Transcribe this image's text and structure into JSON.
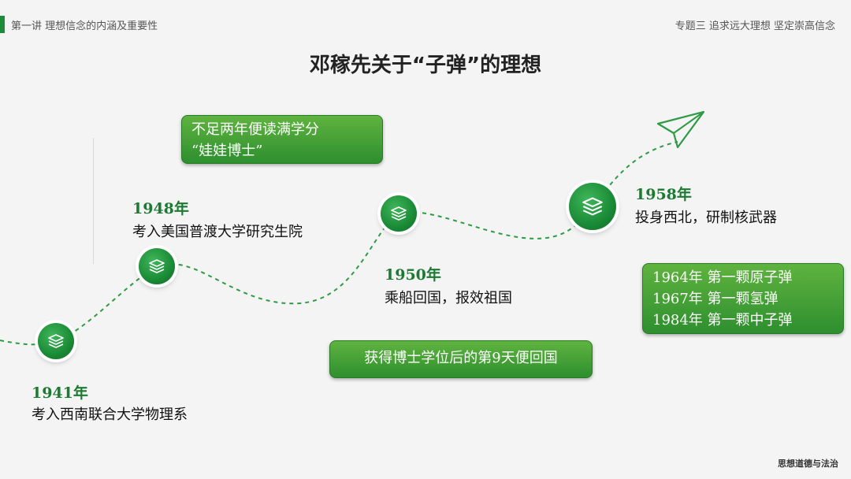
{
  "header": {
    "left": "第一讲 理想信念的内涵及重要性",
    "right": "专题三 追求远大理想  坚定崇高信念"
  },
  "title": "邓稼先关于“子弹”的理想",
  "footer": "思想道德与法治",
  "milestones": [
    {
      "year": "1941年",
      "text": "考入西南联合大学物理系",
      "icon": "layers-icon"
    },
    {
      "year": "1948年",
      "text": "考入美国普渡大学研究生院",
      "icon": "layers-icon"
    },
    {
      "year": "1950年",
      "text": "乘船回国，报效祖国",
      "icon": "layers-icon"
    },
    {
      "year": "1958年",
      "text": "投身西北，研制核武器",
      "icon": "layers-icon"
    }
  ],
  "callouts": {
    "doctor": {
      "line1": "不足两年便读满学分",
      "line2": "“娃娃博士”"
    },
    "return": "获得博士学位后的第9天便回国",
    "bombs": [
      "1964年 第一颗原子弹",
      "1967年 第一颗氢弹",
      "1984年 第一颗中子弹"
    ]
  },
  "decorations": {
    "arrow_icon": "paper-plane-icon"
  },
  "colors": {
    "accent": "#1c8c3a",
    "box_top": "#5fb33f",
    "box_bottom": "#2e8f2f"
  }
}
